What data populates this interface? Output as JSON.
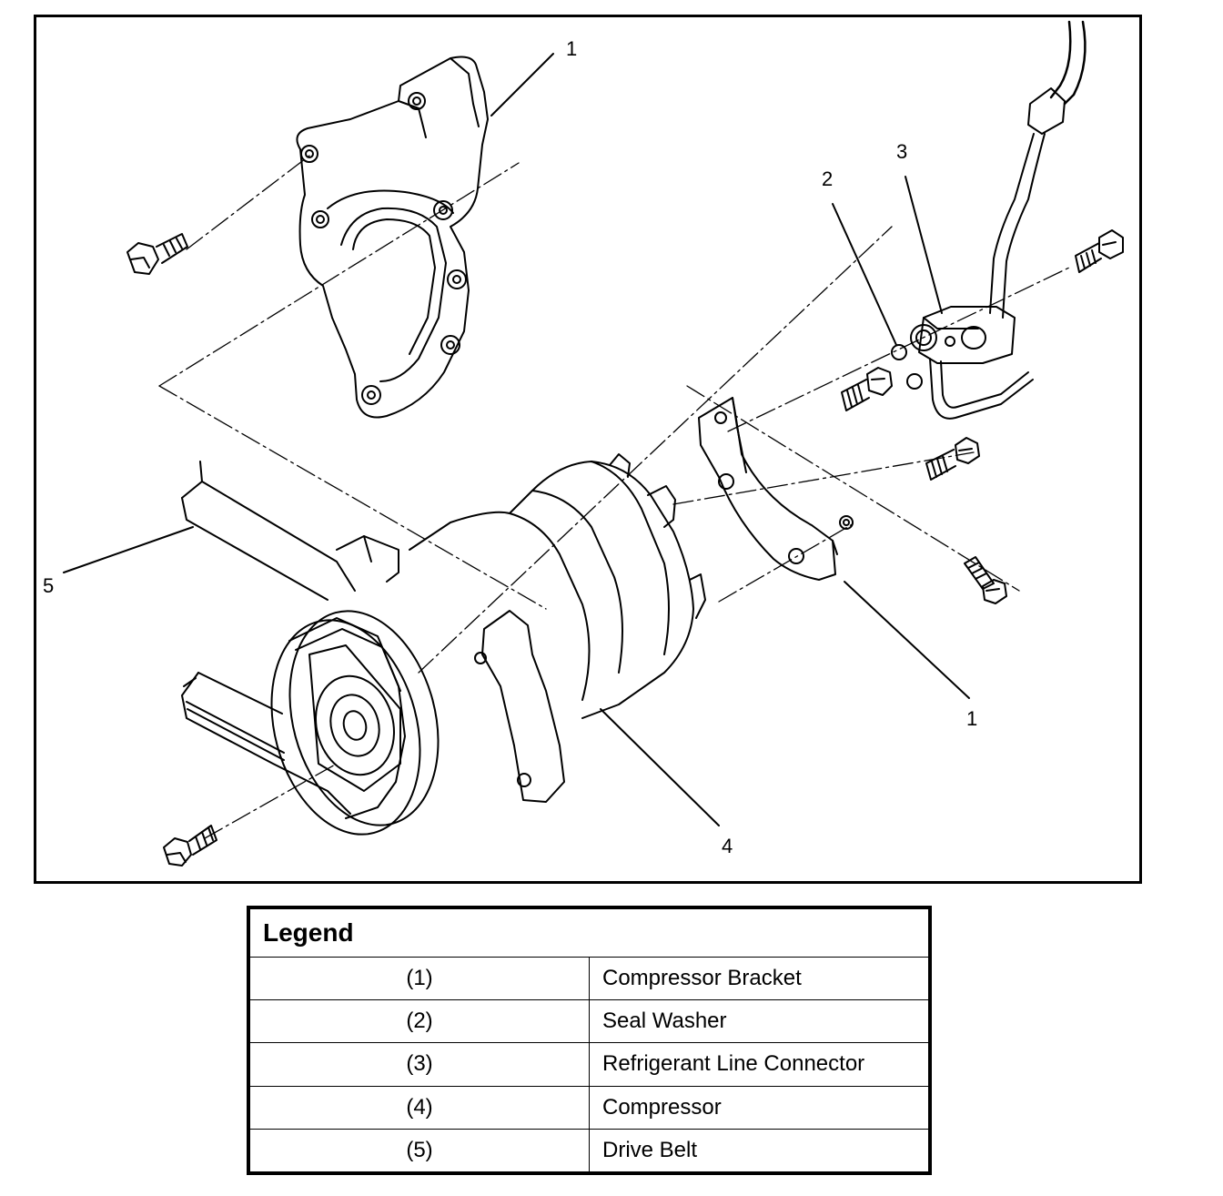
{
  "callouts": {
    "c1_top": "1",
    "c2": "2",
    "c3": "3",
    "c5": "5",
    "c1_bottom": "1",
    "c4": "4"
  },
  "legend": {
    "title": "Legend",
    "rows": [
      {
        "num": "(1)",
        "desc": "Compressor Bracket"
      },
      {
        "num": "(2)",
        "desc": "Seal Washer"
      },
      {
        "num": "(3)",
        "desc": "Refrigerant Line Connector"
      },
      {
        "num": "(4)",
        "desc": "Compressor"
      },
      {
        "num": "(5)",
        "desc": "Drive Belt"
      }
    ]
  }
}
